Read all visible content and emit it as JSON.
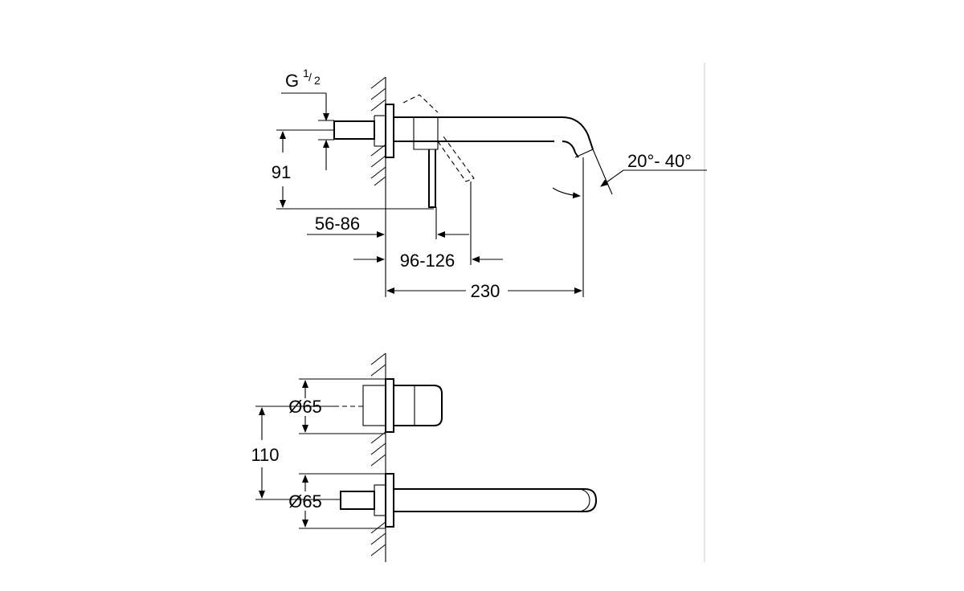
{
  "dimensions": {
    "thread_main": "G",
    "thread_num": "1",
    "thread_den": "2",
    "height_91": "91",
    "depth_56_86": "56-86",
    "depth_96_126": "96-126",
    "reach_230": "230",
    "angle_range": "20°- 40°",
    "diameter_top": "Ø65",
    "spacing_110": "110",
    "diameter_bottom": "Ø65"
  },
  "colors": {
    "line": "#000000",
    "background": "#ffffff",
    "divider": "#cccccc"
  }
}
